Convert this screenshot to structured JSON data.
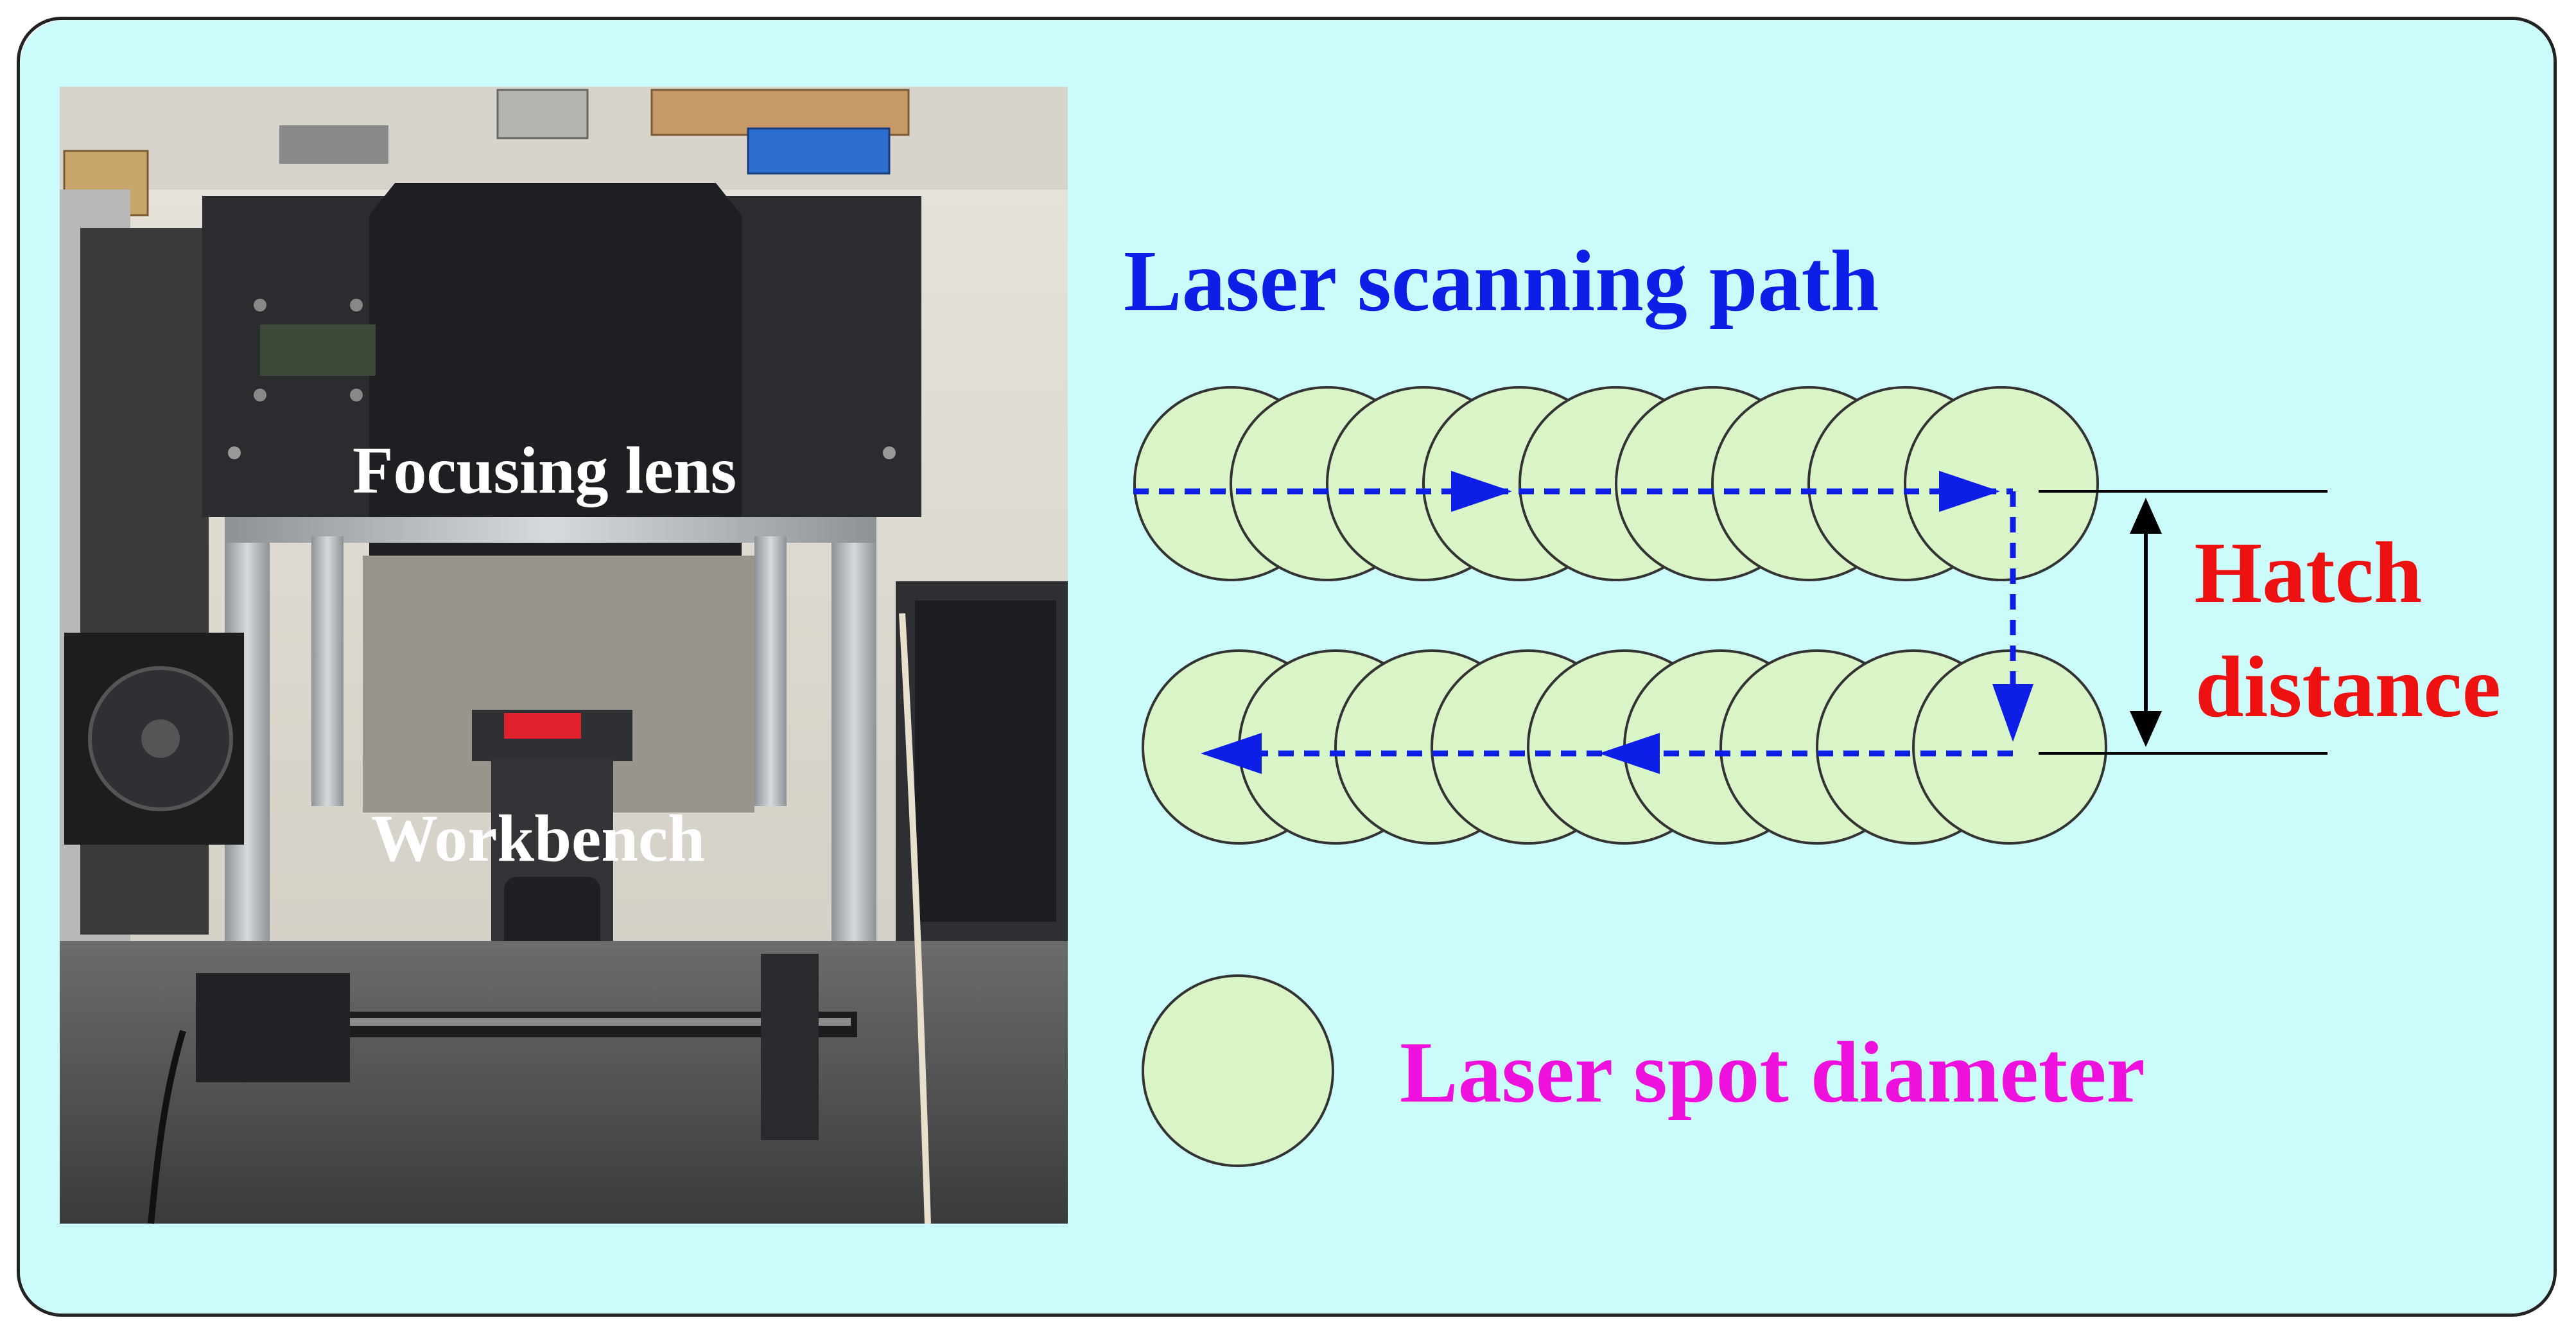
{
  "colors": {
    "background": "#ccfbfb",
    "frame_border": "#222222",
    "spot_fill": "#d9f5c7",
    "spot_stroke": "#333333",
    "path": "#0d1ee6",
    "hatch_arrow": "#000000",
    "title_text": "#0d1ee6",
    "hatch_text": "#ee1111",
    "spot_text": "#ee11dd",
    "photo_text": "#ffffff"
  },
  "photo": {
    "description_icon": "laser-machine-photo",
    "focusing_lens_label": "Focusing lens",
    "workbench_label": "Workbench"
  },
  "diagram": {
    "title": "Laser scanning path",
    "hatch_label_line1": "Hatch",
    "hatch_label_line2": "distance",
    "spot_legend_label": "Laser spot diameter",
    "row1_spot_count": 9,
    "row2_spot_count": 9
  }
}
